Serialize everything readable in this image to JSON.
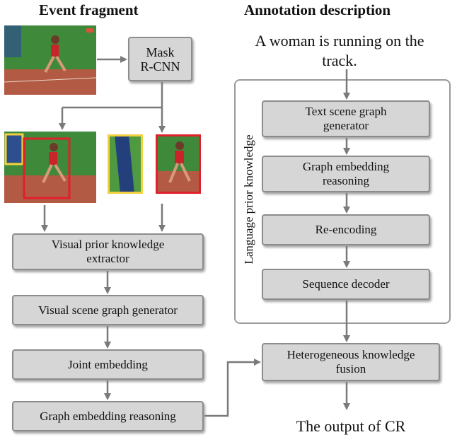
{
  "headings": {
    "left": "Event fragment",
    "right": "Annotation description"
  },
  "annotation_text": "A woman is running on the\ntrack.",
  "output_text": "The output of CR",
  "mask_rcnn": "Mask\nR-CNN",
  "left_pipeline": {
    "visual_prior": "Visual prior knowledge\nextractor",
    "visual_scene_graph": "Visual scene graph generator",
    "joint_embedding": "Joint embedding",
    "graph_reasoning": "Graph embedding reasoning"
  },
  "language_panel": {
    "label": "Language prior knowledge",
    "text_scene_graph": "Text scene graph\ngenerator",
    "graph_reasoning": "Graph embedding\nreasoning",
    "re_encoding": "Re-encoding",
    "sequence_decoder": "Sequence decoder"
  },
  "fusion": "Heterogeneous knowledge\nfusion",
  "colors": {
    "box_fill": "#d6d6d6",
    "box_border": "#8c8c8c",
    "arrow": "#7a7a7a",
    "red_box": "#e0202a",
    "yellow_box": "#f2d040",
    "field_green": "#3f8a3a",
    "track_red": "#b35a44"
  }
}
